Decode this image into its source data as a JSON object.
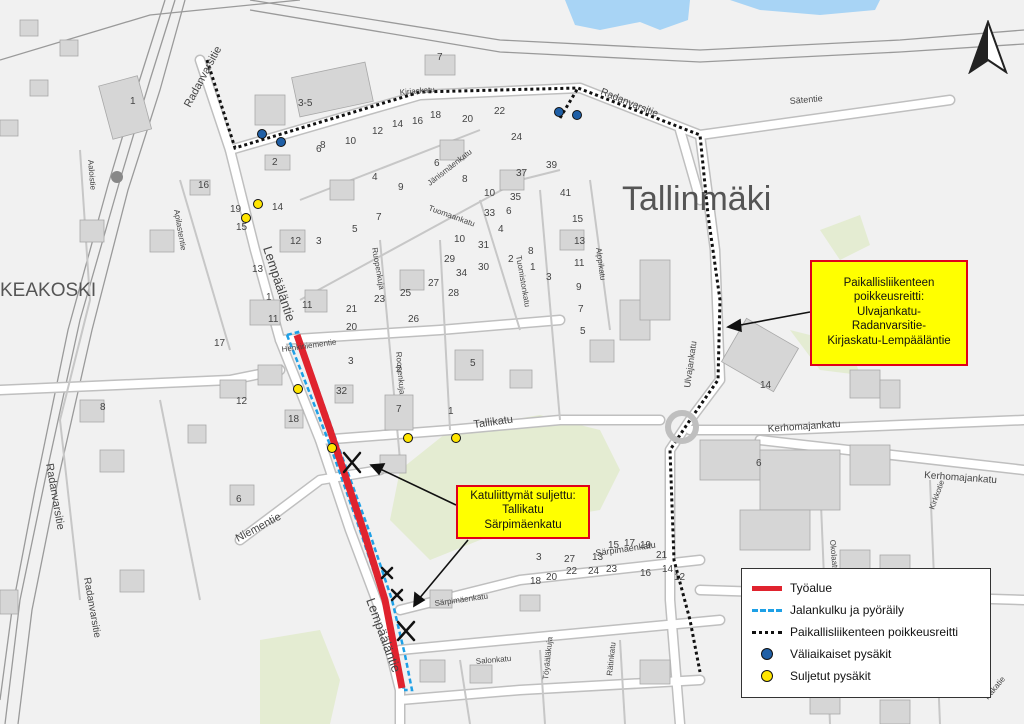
{
  "map": {
    "place_labels": {
      "district": "Tallinmäki",
      "area_left": "KEAKOSKI"
    },
    "street_labels": {
      "lempaalantie_north": "Lempääläntie",
      "lempaalantie_south": "Lempääläntie",
      "radanvarsitie_north": "Radanvarsitie",
      "radanvarsitie_west": "Radanvarsitie",
      "radanvarsitie_sw": "Radanvarsitie",
      "radanvarsitie_ne": "Radanvarsitie",
      "tallikatu": "Tallikatu",
      "niementie": "Niementie",
      "henkiniementie": "Henkiniementie",
      "kerhomajankatu": "Kerhomajankatu",
      "kerhomajankatu_2": "Kerhomajankatu",
      "satamantie": "Sätentie",
      "ulvajankatu": "Ulvajankatu",
      "kirjaskatu": "Kirjaskatu",
      "sarpimaenkatu": "Särpimäenkatu",
      "sarpimaenkatu_2": "Särpimäenkatu",
      "salonkatu": "Salonkatu",
      "toyaalankuja": "Töyääläkuja",
      "ratinakatu": "Rätinkatu",
      "janismaenkatu": "Jänismäenkatu",
      "tuomaankatu": "Tuomaankatu",
      "tuomistonkatu": "Tuomistonkatu",
      "ruopenkuja": "Ruopenkuja",
      "roopenkuja_2": "Roopenkuja",
      "aittokatu": "Alppikatu",
      "kirkkotie": "Kirkkotie",
      "okolaatu": "Okolaatu",
      "aaloistie": "Aaloistie",
      "appelsiinikuja": "Apilastentie",
      "haakatu": "Hakatie"
    },
    "colors": {
      "work_area": "#e0232e",
      "pedestrian": "#1ea0e6",
      "detour": "#111111",
      "temporary_stop": "#1f5fa6",
      "closed_stop": "#ffe500",
      "callout_fill": "#ffff00",
      "callout_border": "#e0001a"
    },
    "house_numbers": [
      "1",
      "3-5",
      "7",
      "8",
      "6",
      "10",
      "12",
      "14",
      "16",
      "18",
      "20",
      "22",
      "24",
      "2",
      "16",
      "19",
      "15",
      "14",
      "13",
      "12",
      "3",
      "5",
      "1",
      "11",
      "9",
      "7",
      "4",
      "6",
      "8",
      "10",
      "17",
      "11",
      "21",
      "23",
      "25",
      "27",
      "29",
      "31",
      "33",
      "35",
      "37",
      "39",
      "41",
      "15",
      "13",
      "11",
      "9",
      "7",
      "5",
      "3",
      "1",
      "2",
      "4",
      "6",
      "8",
      "10",
      "12",
      "20",
      "26",
      "28",
      "30",
      "34",
      "32",
      "3",
      "5",
      "7",
      "1",
      "2",
      "6",
      "8",
      "18",
      "14",
      "6",
      "3",
      "27",
      "13",
      "15",
      "17",
      "19",
      "21",
      "23",
      "24",
      "22",
      "20",
      "18",
      "16",
      "14",
      "12",
      "25",
      "26",
      "28"
    ]
  },
  "callouts": {
    "detour": {
      "lines": [
        "Paikallisliikenteen",
        "poikkeusreitti:",
        "Ulvajankatu-",
        "Radanvarsitie-",
        "Kirjaskatu-Lempääläntie"
      ]
    },
    "closed": {
      "lines": [
        "Katuliittymät suljettu:",
        "Tallikatu",
        "Särpimäenkatu"
      ]
    }
  },
  "legend": {
    "work_area": "Työalue",
    "pedestrian": "Jalankulku ja pyöräily",
    "detour": "Paikallisliikenteen poikkeusreitti",
    "temporary_stops": "Väliaikaiset pysäkit",
    "closed_stops": "Suljetut pysäkit"
  },
  "north_arrow": {
    "icon": "north-arrow-icon"
  }
}
